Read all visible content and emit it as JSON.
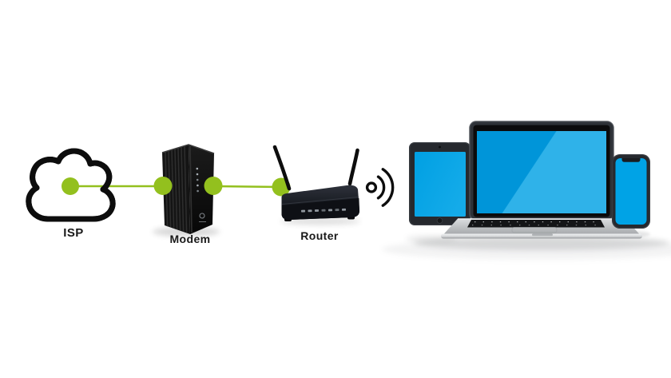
{
  "diagram": {
    "type": "network-topology",
    "nodes": [
      {
        "id": "isp",
        "label": "ISP",
        "icon": "cloud-icon"
      },
      {
        "id": "modem",
        "label": "Modem",
        "icon": "modem-icon"
      },
      {
        "id": "router",
        "label": "Router",
        "icon": "router-icon"
      }
    ],
    "client_devices": {
      "icons": [
        "tablet-icon",
        "laptop-icon",
        "smartphone-icon"
      ]
    },
    "wireless_icon": "wifi-signal-icon",
    "connections": [
      {
        "from": "isp",
        "to": "modem",
        "type": "wired",
        "style": "green line with dots"
      },
      {
        "from": "modem",
        "to": "router",
        "type": "wired",
        "style": "green line with dots"
      },
      {
        "from": "router",
        "to": "client_devices",
        "type": "wireless",
        "style": "wifi waves"
      }
    ],
    "colors": {
      "connector_green": "#93C01E",
      "screen_blue": "#00A3E6",
      "laptop_screen_dark": "#0095D9",
      "laptop_screen_light": "#2FB2E9",
      "outline_black": "#0D0D0D",
      "background": "#FFFFFF"
    }
  }
}
